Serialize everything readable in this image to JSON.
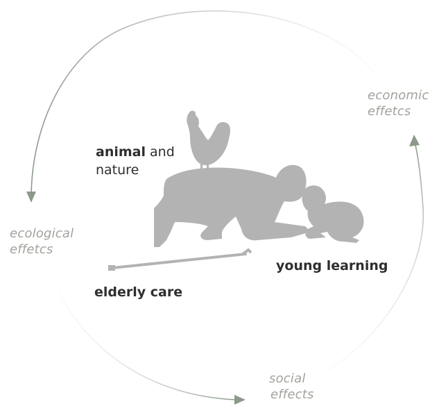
{
  "labels": {
    "economic": [
      "economic",
      "effetcs"
    ],
    "ecological": [
      "ecological",
      "effetcs"
    ],
    "social": [
      "social",
      "effects"
    ],
    "animal_bold": "animal",
    "animal_rest": " and",
    "animal_line2": "nature",
    "young_learning": "young learning",
    "elderly_care": "elderly care"
  },
  "colors": {
    "silhouette": "#b3b3b3",
    "arrow": "#8c9a8a",
    "effect_text": "#a0a49c",
    "label_text": "#2e2e2e"
  },
  "icons": [
    "rooster-silhouette",
    "kneeling-adult-silhouette",
    "crawling-baby-silhouette",
    "walking-cane"
  ]
}
